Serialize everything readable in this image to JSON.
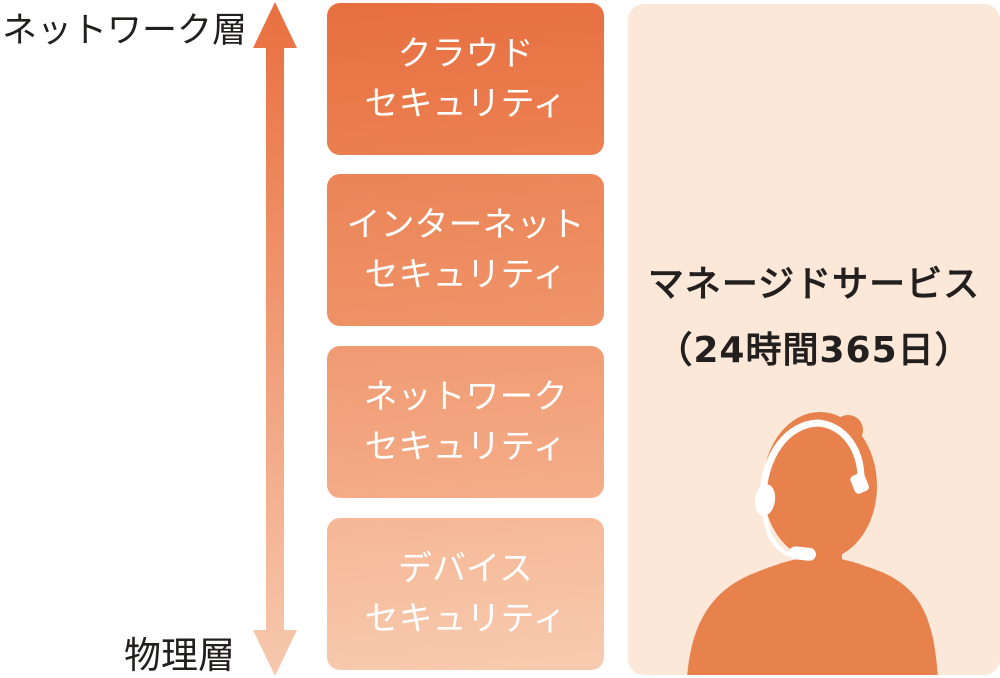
{
  "diagram_title": "network-security-layers",
  "axis": {
    "top_label": "ネットワーク層",
    "bottom_label": "物理層",
    "arrow": {
      "direction": "vertical-double-headed",
      "color_top": "#e96f3f",
      "color_bottom": "#f7c9ae"
    }
  },
  "layers": [
    {
      "line1": "クラウド",
      "line2": "セキュリティ",
      "color_top": "#e76f40",
      "color_bottom": "#ec8152"
    },
    {
      "line1": "インターネット",
      "line2": "セキュリティ",
      "color_top": "#eb8457",
      "color_bottom": "#ef9469"
    },
    {
      "line1": "ネットワーク",
      "line2": "セキュリティ",
      "color_top": "#f09a72",
      "color_bottom": "#f4ae8a"
    },
    {
      "line1": "デバイス",
      "line2": "セキュリティ",
      "color_top": "#f5b795",
      "color_bottom": "#f8cbb0"
    }
  ],
  "service_panel": {
    "title_line1": "マネージドサービス",
    "title_line2": "（24時間365日）",
    "background": "#fbe8d9",
    "operator_icon": "call-center-operator-with-headset",
    "operator_color": "#e7824d",
    "headset_color": "#ffffff"
  },
  "text_color": "#231f1f"
}
